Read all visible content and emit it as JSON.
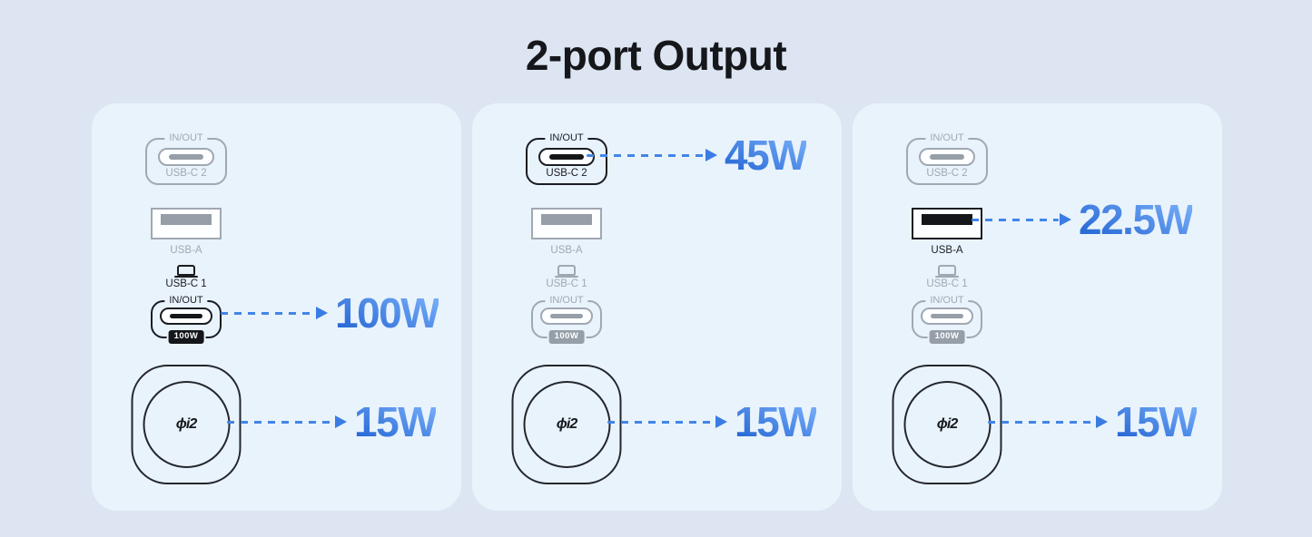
{
  "page": {
    "title": "2-port Output"
  },
  "colors": {
    "background": "#dce5f1",
    "panel": "#e9f3fc",
    "arrow_blue": "#3a7ce4",
    "watt_gradient_top": "#74abf7",
    "watt_gradient_bottom": "#2a6bd6",
    "active_port": "#1a1c21",
    "inactive_port": "#a0a8b2",
    "title_text": "#15171b"
  },
  "panels": [
    {
      "usbc2": {
        "inout": "IN/OUT",
        "label": "USB-C 2",
        "active": false
      },
      "usba": {
        "label": "USB-A",
        "active": false
      },
      "usbc1": {
        "name": "USB-C 1",
        "inout": "IN/OUT",
        "badge": "100W",
        "active": true,
        "output": "100W"
      },
      "wireless": {
        "logo": "ϕi2",
        "output": "15W"
      }
    },
    {
      "usbc2": {
        "inout": "IN/OUT",
        "label": "USB-C 2",
        "active": true,
        "output": "45W"
      },
      "usba": {
        "label": "USB-A",
        "active": false
      },
      "usbc1": {
        "name": "USB-C 1",
        "inout": "IN/OUT",
        "badge": "100W",
        "active": false
      },
      "wireless": {
        "logo": "ϕi2",
        "output": "15W"
      }
    },
    {
      "usbc2": {
        "inout": "IN/OUT",
        "label": "USB-C 2",
        "active": false
      },
      "usba": {
        "label": "USB-A",
        "active": true,
        "output": "22.5W"
      },
      "usbc1": {
        "name": "USB-C 1",
        "inout": "IN/OUT",
        "badge": "100W",
        "active": false
      },
      "wireless": {
        "logo": "ϕi2",
        "output": "15W"
      }
    }
  ]
}
